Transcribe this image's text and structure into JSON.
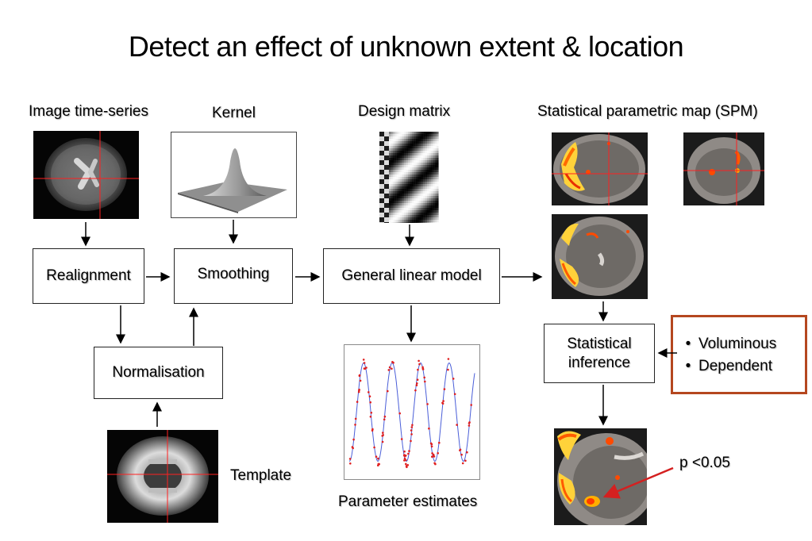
{
  "title": "Detect an effect of unknown extent & location",
  "labels": {
    "image_time_series": "Image time-series",
    "kernel": "Kernel",
    "design_matrix": "Design matrix",
    "spm": "Statistical parametric map (SPM)",
    "template": "Template",
    "parameter_estimates": "Parameter estimates",
    "p_value": "p <0.05"
  },
  "boxes": {
    "realignment": "Realignment",
    "smoothing": "Smoothing",
    "glm": "General linear model",
    "normalisation": "Normalisation",
    "stat_inference_line1": "Statistical",
    "stat_inference_line2": "inference"
  },
  "callout": {
    "items": [
      "Voluminous",
      "Dependent"
    ],
    "bullet": "•",
    "border_color": "#b5471f"
  },
  "colors": {
    "arrow": "#000000",
    "red_arrow": "#d42020",
    "crosshair": "#ff2020",
    "fit_line": "#4a5ed8",
    "data_points": "#e02020"
  },
  "icons": [
    "arrow-right",
    "arrow-down",
    "arrow-up",
    "arrow-left"
  ]
}
